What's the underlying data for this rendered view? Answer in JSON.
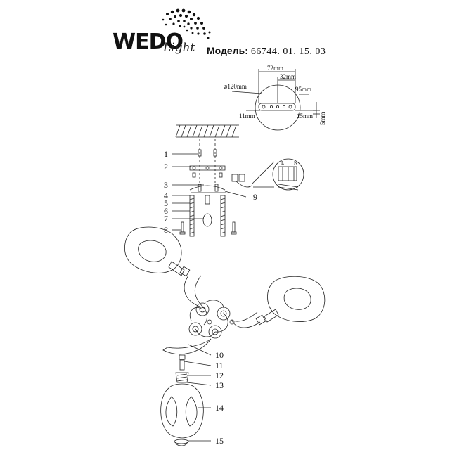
{
  "brand": {
    "name": "WEDO",
    "sub": "Light"
  },
  "model": {
    "label": "Модель:",
    "number": "66744. 01. 15. 03"
  },
  "mount_dims": {
    "diameter": "⌀120mm",
    "d72": "72mm",
    "d32": "32mm",
    "d95": "95mm",
    "d11": "11mm",
    "d15": "15mm",
    "d5": "5mm"
  },
  "callouts": [
    "1",
    "2",
    "3",
    "4",
    "5",
    "6",
    "7",
    "8",
    "9",
    "10",
    "11",
    "12",
    "13",
    "14",
    "15"
  ],
  "wire_labels": [
    "L",
    "N"
  ]
}
